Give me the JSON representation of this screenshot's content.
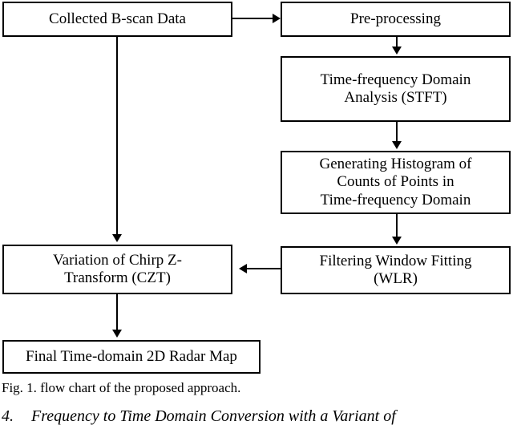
{
  "figure": {
    "caption": "Fig. 1. flow chart of the proposed approach.",
    "nodes": {
      "collected": {
        "lines": [
          "Collected B-scan Data"
        ]
      },
      "pre": {
        "lines": [
          "Pre-processing"
        ]
      },
      "stft": {
        "lines": [
          "Time-frequency Domain",
          "Analysis (STFT)"
        ]
      },
      "hist": {
        "lines": [
          "Generating Histogram of",
          "Counts of Points in",
          "Time-frequency Domain"
        ]
      },
      "wlr": {
        "lines": [
          "Filtering Window Fitting",
          "(WLR)"
        ]
      },
      "czt": {
        "lines": [
          "Variation of Chirp Z-",
          "Transform (CZT)"
        ]
      },
      "final": {
        "lines": [
          "Final Time-domain 2D Radar Map"
        ]
      }
    },
    "edges": [
      {
        "from": "collected",
        "to": "pre",
        "direction": "right"
      },
      {
        "from": "pre",
        "to": "stft",
        "direction": "down"
      },
      {
        "from": "stft",
        "to": "hist",
        "direction": "down"
      },
      {
        "from": "hist",
        "to": "wlr",
        "direction": "down"
      },
      {
        "from": "wlr",
        "to": "czt",
        "direction": "left"
      },
      {
        "from": "collected",
        "to": "czt",
        "direction": "down"
      },
      {
        "from": "czt",
        "to": "final",
        "direction": "down"
      }
    ],
    "colors": {
      "stroke": "#000000",
      "fill": "#ffffff",
      "text": "#000000"
    }
  },
  "body_text": {
    "next_section_number": "4.",
    "next_section_title": "Frequency to Time Domain Conversion with a Variant of"
  }
}
